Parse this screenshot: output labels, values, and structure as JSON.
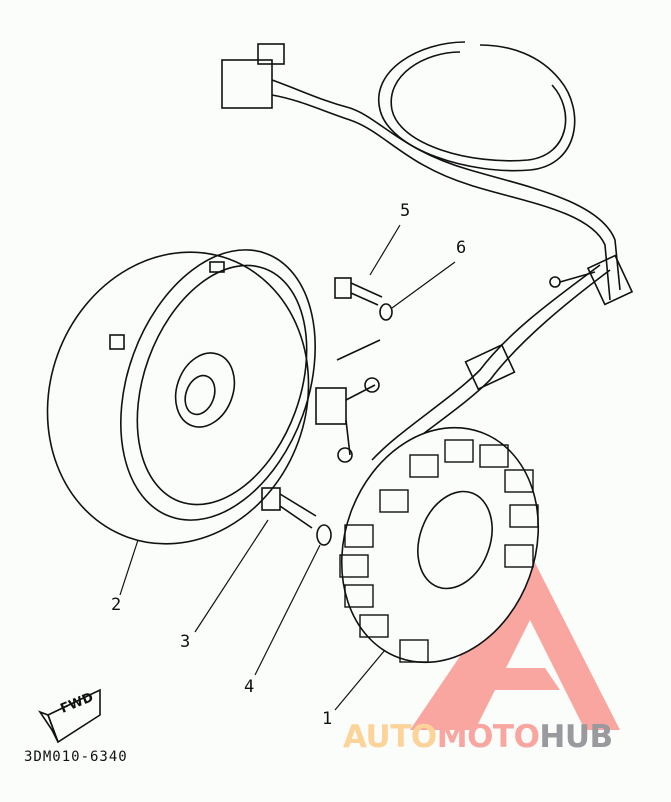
{
  "diagram": {
    "part_code": "3DM010-6340",
    "direction_badge": "FWD",
    "callouts": [
      "1",
      "2",
      "3",
      "4",
      "5",
      "6"
    ],
    "watermark": {
      "part1": "AUTO",
      "part2": "MOTO",
      "part3": "HUB",
      "colors": {
        "auto": "#fcd49a",
        "moto": "#f9a5a0",
        "hub": "#9a9a9e",
        "triangle": "#f9a5a0"
      }
    }
  }
}
